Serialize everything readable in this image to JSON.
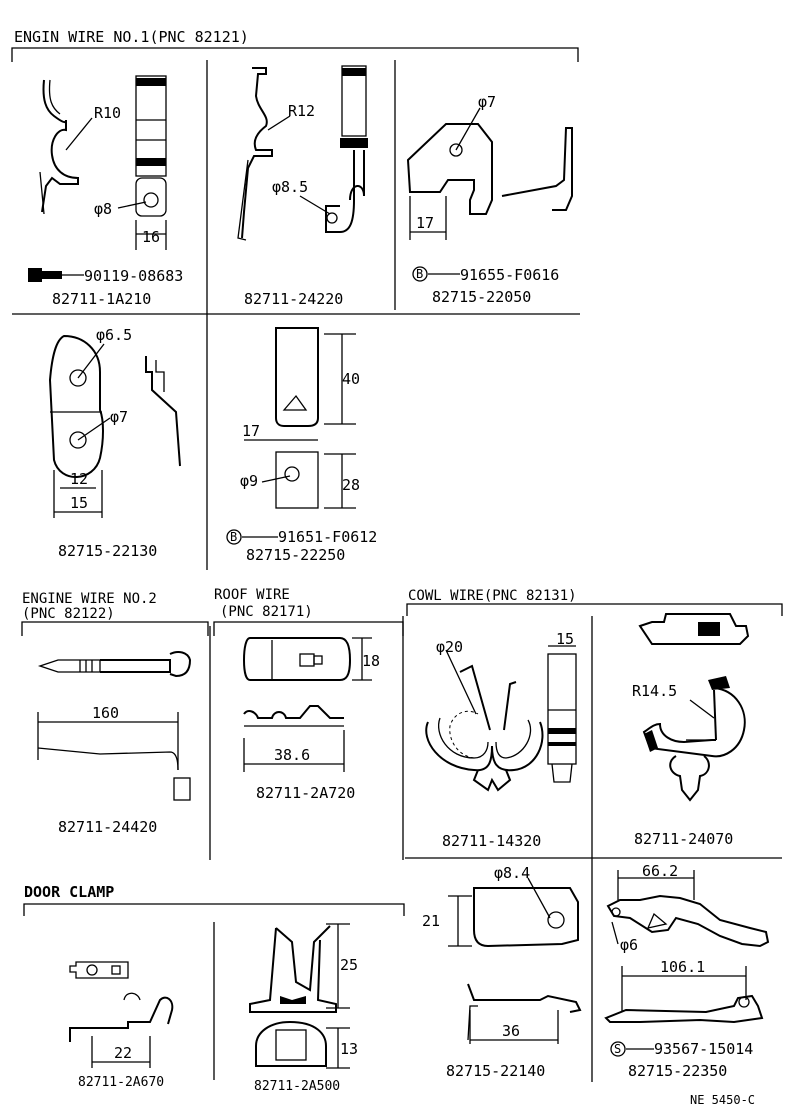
{
  "sections": {
    "engin_wire_no1": "ENGIN WIRE NO.1(PNC 82121)",
    "engine_wire_no2_l1": "ENGINE WIRE NO.2",
    "engine_wire_no2_l2": "(PNC 82122)",
    "roof_wire_l1": "ROOF WIRE",
    "roof_wire_l2": "(PNC 82171)",
    "cowl_wire": "COWL WIRE(PNC 82131)",
    "door_clamp": "DOOR CLAMP"
  },
  "parts": {
    "p1": "82711-1A210",
    "p1_bolt": "90119-08683",
    "p2": "82711-24220",
    "p3": "82715-22050",
    "p3_bolt": "91655-F0616",
    "p4": "82715-22130",
    "p5": "82715-22250",
    "p5_bolt": "91651-F0612",
    "p6": "82711-24420",
    "p7": "82711-2A720",
    "p8": "82711-14320",
    "p9": "82711-24070",
    "p10": "82711-2A670",
    "p11": "82711-2A500",
    "p12": "82715-22140",
    "p13": "82715-22350",
    "p13_bolt": "93567-15014"
  },
  "symbols": {
    "b": "B",
    "s": "S"
  },
  "dims": {
    "r10": "R10",
    "phi8": "φ8",
    "d16": "16",
    "r12": "R12",
    "phi8_5": "φ8.5",
    "phi7a": "φ7",
    "d17a": "17",
    "phi6_5": "φ6.5",
    "phi7b": "φ7",
    "d12": "12",
    "d15a": "15",
    "d40": "40",
    "d17b": "17",
    "phi9": "φ9",
    "d28": "28",
    "d160": "160",
    "d18": "18",
    "d38_6": "38.6",
    "phi20": "φ20",
    "d15b": "15",
    "r14_5": "R14.5",
    "d22": "22",
    "d25": "25",
    "d13": "13",
    "phi8_4": "φ8.4",
    "d21": "21",
    "d36": "36",
    "d66_2": "66.2",
    "phi6": "φ6",
    "d106_1": "106.1"
  },
  "footer": {
    "code": "NE  5450-C"
  }
}
